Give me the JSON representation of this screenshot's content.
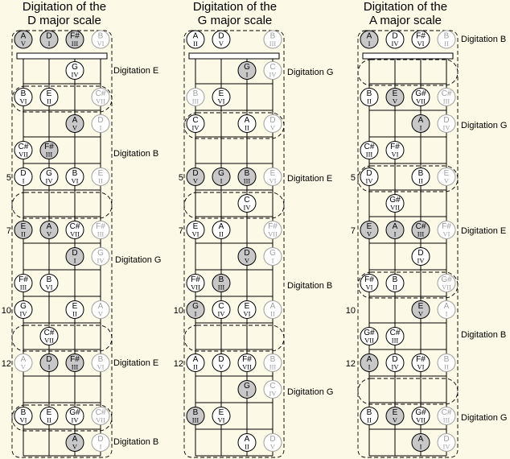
{
  "diagrams": [
    {
      "title_line1": "Digitation  of the",
      "title_line2": "D major scale",
      "rows": [
        [
          [
            "A",
            "V",
            "s"
          ],
          [
            "D",
            "I",
            "s"
          ],
          [
            "F#",
            "III",
            "s"
          ],
          [
            "B",
            "VI",
            "f"
          ]
        ],
        [
          null,
          null,
          [
            "G",
            "IV",
            "w"
          ],
          null
        ],
        [
          [
            "B",
            "VI",
            "w"
          ],
          [
            "E",
            "II",
            "w"
          ],
          null,
          [
            "C#",
            "VII",
            "f"
          ]
        ],
        [
          null,
          null,
          [
            "A",
            "V",
            "s"
          ],
          [
            "D",
            "I",
            "f"
          ]
        ],
        [
          [
            "C#",
            "VII",
            "w"
          ],
          [
            "F#",
            "III",
            "s"
          ],
          null,
          null
        ],
        [
          [
            "D",
            "I",
            "w"
          ],
          [
            "G",
            "IV",
            "w"
          ],
          [
            "B",
            "VI",
            "w"
          ],
          [
            "E",
            "II",
            "f"
          ]
        ],
        [
          null,
          null,
          null,
          null
        ],
        [
          [
            "E",
            "II",
            "s"
          ],
          [
            "A",
            "V",
            "s"
          ],
          [
            "C#",
            "VII",
            "w"
          ],
          [
            "F#",
            "III",
            "f"
          ]
        ],
        [
          null,
          null,
          [
            "D",
            "I",
            "s"
          ],
          [
            "G",
            "IV",
            "f"
          ]
        ],
        [
          [
            "F#",
            "III",
            "w"
          ],
          [
            "B",
            "VI",
            "w"
          ],
          null,
          null
        ],
        [
          [
            "G",
            "IV",
            "w"
          ],
          null,
          [
            "E",
            "II",
            "w"
          ],
          [
            "A",
            "V",
            "f"
          ]
        ],
        [
          null,
          [
            "C#",
            "VII",
            "w"
          ],
          null,
          null
        ],
        [
          [
            "A",
            "V",
            "f"
          ],
          [
            "D",
            "I",
            "s"
          ],
          [
            "F#",
            "III",
            "s"
          ],
          [
            "B",
            "VI",
            "f"
          ]
        ],
        [
          null,
          null,
          null,
          null
        ],
        [
          [
            "B",
            "VI",
            "w"
          ],
          [
            "E",
            "II",
            "w"
          ],
          [
            "G#",
            "IV",
            "w"
          ],
          [
            "C#",
            "VII",
            "f"
          ]
        ],
        [
          null,
          null,
          [
            "A",
            "V",
            "s"
          ],
          [
            "D",
            "I",
            "f"
          ]
        ]
      ],
      "labels": [
        "Digitation E",
        "Digitation B",
        "Digitation G",
        "Digitation E",
        "Digitation B"
      ]
    },
    {
      "title_line1": "Digitation  of the",
      "title_line2": "G major scale",
      "rows": [
        [
          [
            "A",
            "II",
            "w"
          ],
          [
            "D",
            "V",
            "w"
          ],
          null,
          [
            "B",
            "III",
            "f"
          ]
        ],
        [
          null,
          null,
          [
            "G",
            "I",
            "s"
          ],
          [
            "C",
            "IV",
            "f"
          ]
        ],
        [
          [
            "B",
            "III",
            "f"
          ],
          [
            "E",
            "VI",
            "w"
          ],
          null,
          null
        ],
        [
          [
            "C",
            "IV",
            "w"
          ],
          null,
          [
            "A",
            "II",
            "w"
          ],
          [
            "D",
            "V",
            "f"
          ]
        ],
        [
          null,
          null,
          null,
          null
        ],
        [
          [
            "D",
            "V",
            "s"
          ],
          [
            "G",
            "I",
            "s"
          ],
          [
            "B",
            "III",
            "s"
          ],
          [
            "E",
            "VI",
            "f"
          ]
        ],
        [
          null,
          null,
          [
            "C",
            "IV",
            "w"
          ],
          null
        ],
        [
          [
            "E",
            "VI",
            "w"
          ],
          [
            "A",
            "II",
            "w"
          ],
          null,
          [
            "F#",
            "VII",
            "f"
          ]
        ],
        [
          null,
          null,
          [
            "D",
            "V",
            "s"
          ],
          [
            "G",
            "I",
            "f"
          ]
        ],
        [
          [
            "F#",
            "VII",
            "w"
          ],
          [
            "B",
            "III",
            "s"
          ],
          null,
          null
        ],
        [
          [
            "G",
            "I",
            "s"
          ],
          [
            "C",
            "IV",
            "w"
          ],
          [
            "E",
            "VI",
            "w"
          ],
          [
            "A",
            "II",
            "f"
          ]
        ],
        [
          null,
          null,
          null,
          null
        ],
        [
          [
            "A",
            "II",
            "w"
          ],
          [
            "D",
            "V",
            "w"
          ],
          [
            "F#",
            "VII",
            "w"
          ],
          [
            "B",
            "III",
            "f"
          ]
        ],
        [
          null,
          null,
          [
            "G",
            "I",
            "s"
          ],
          [
            "C",
            "IV",
            "f"
          ]
        ],
        [
          [
            "B",
            "III",
            "s"
          ],
          [
            "E",
            "VI",
            "w"
          ],
          null,
          null
        ],
        [
          null,
          null,
          [
            "A",
            "II",
            "w"
          ],
          [
            "D",
            "V",
            "f"
          ]
        ]
      ],
      "labels": [
        "Digitation G",
        "Digitation E",
        "Digitation B",
        "Digitation G"
      ]
    },
    {
      "title_line1": "Digitation  of the",
      "title_line2": "A major scale",
      "rows": [
        [
          [
            "A",
            "I",
            "s"
          ],
          [
            "D",
            "IV",
            "w"
          ],
          [
            "F#",
            "VI",
            "w"
          ],
          [
            "B",
            "II",
            "f"
          ]
        ],
        [
          null,
          null,
          null,
          null
        ],
        [
          [
            "B",
            "II",
            "w"
          ],
          [
            "E",
            "V",
            "s"
          ],
          [
            "G#",
            "VII",
            "w"
          ],
          [
            "C#",
            "III",
            "f"
          ]
        ],
        [
          null,
          null,
          [
            "A",
            "I",
            "s"
          ],
          [
            "D",
            "IV",
            "f"
          ]
        ],
        [
          [
            "C#",
            "III",
            "w"
          ],
          [
            "F#",
            "VI",
            "w"
          ],
          null,
          null
        ],
        [
          [
            "D",
            "IV",
            "w"
          ],
          null,
          [
            "B",
            "II",
            "w"
          ],
          [
            "E",
            "V",
            "f"
          ]
        ],
        [
          null,
          [
            "G#",
            "VII",
            "w"
          ],
          null,
          null
        ],
        [
          [
            "E",
            "V",
            "s"
          ],
          [
            "A",
            "I",
            "s"
          ],
          [
            "C#",
            "III",
            "s"
          ],
          [
            "F#",
            "VI",
            "f"
          ]
        ],
        [
          null,
          null,
          [
            "D",
            "IV",
            "w"
          ],
          null
        ],
        [
          [
            "F#",
            "VI",
            "w"
          ],
          [
            "B",
            "II",
            "w"
          ],
          null,
          [
            "G#",
            "VII",
            "f"
          ]
        ],
        [
          null,
          null,
          [
            "E",
            "V",
            "s"
          ],
          [
            "A",
            "I",
            "f"
          ]
        ],
        [
          [
            "G#",
            "VII",
            "w"
          ],
          [
            "C#",
            "III",
            "w"
          ],
          null,
          null
        ],
        [
          [
            "A",
            "I",
            "s"
          ],
          [
            "D",
            "IV",
            "w"
          ],
          [
            "F#",
            "VI",
            "w"
          ],
          [
            "B",
            "II",
            "f"
          ]
        ],
        [
          null,
          null,
          null,
          null
        ],
        [
          [
            "B",
            "II",
            "w"
          ],
          [
            "E",
            "V",
            "s"
          ],
          [
            "G#",
            "VII",
            "w"
          ],
          [
            "C#",
            "III",
            "f"
          ]
        ],
        [
          null,
          null,
          [
            "A",
            "I",
            "s"
          ],
          [
            "D",
            "IV",
            "f"
          ]
        ]
      ],
      "labels": [
        "Digitation B",
        "Digitation G",
        "Digitation E",
        "Digitation B",
        "Digitation G"
      ]
    }
  ],
  "fret_numbers": [
    "5",
    "7",
    "10",
    "12"
  ],
  "colors": {
    "background": "#fcf9e6",
    "note_fill": "#ffffff",
    "note_shaded": "#c8c8c8",
    "faded_text": "#a0a0a0",
    "lines": "#000000"
  }
}
